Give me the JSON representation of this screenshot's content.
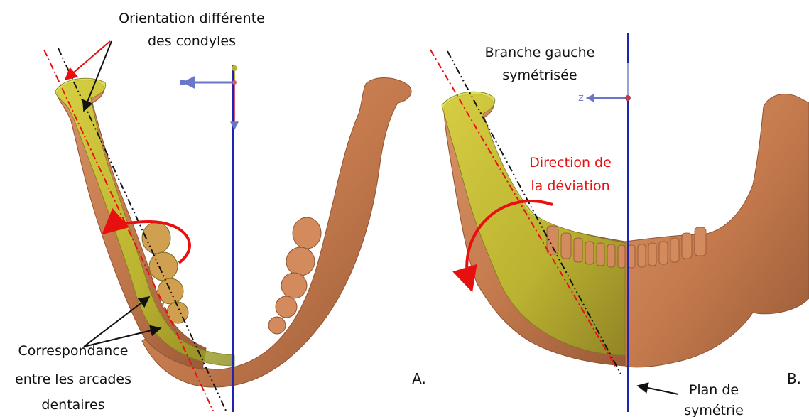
{
  "panel_a": {
    "letter": "A.",
    "label_top_line1": "Orientation différente",
    "label_top_line2": "des condyles",
    "label_bottom_line1": "Correspondance",
    "label_bottom_line2": "entre les arcades",
    "label_bottom_line3": "dentaires"
  },
  "panel_b": {
    "letter": "B.",
    "label_branch_line1": "Branche gauche",
    "label_branch_line2": "symétrisée",
    "label_deviation_line1": "Direction de",
    "label_deviation_line2": "la déviation",
    "label_plane_line1": "Plan de",
    "label_plane_line2": "symétrie",
    "axis_z_label": "Z"
  },
  "colors": {
    "bone": "#c47a4d",
    "bone_dark": "#8f5232",
    "overlay": "#c9cf2a",
    "red_line": "#e8100f",
    "black_line": "#111111",
    "plane": "#1d24b0"
  },
  "icons": [
    "axis-triad-icon",
    "curved-arrow-icon"
  ]
}
